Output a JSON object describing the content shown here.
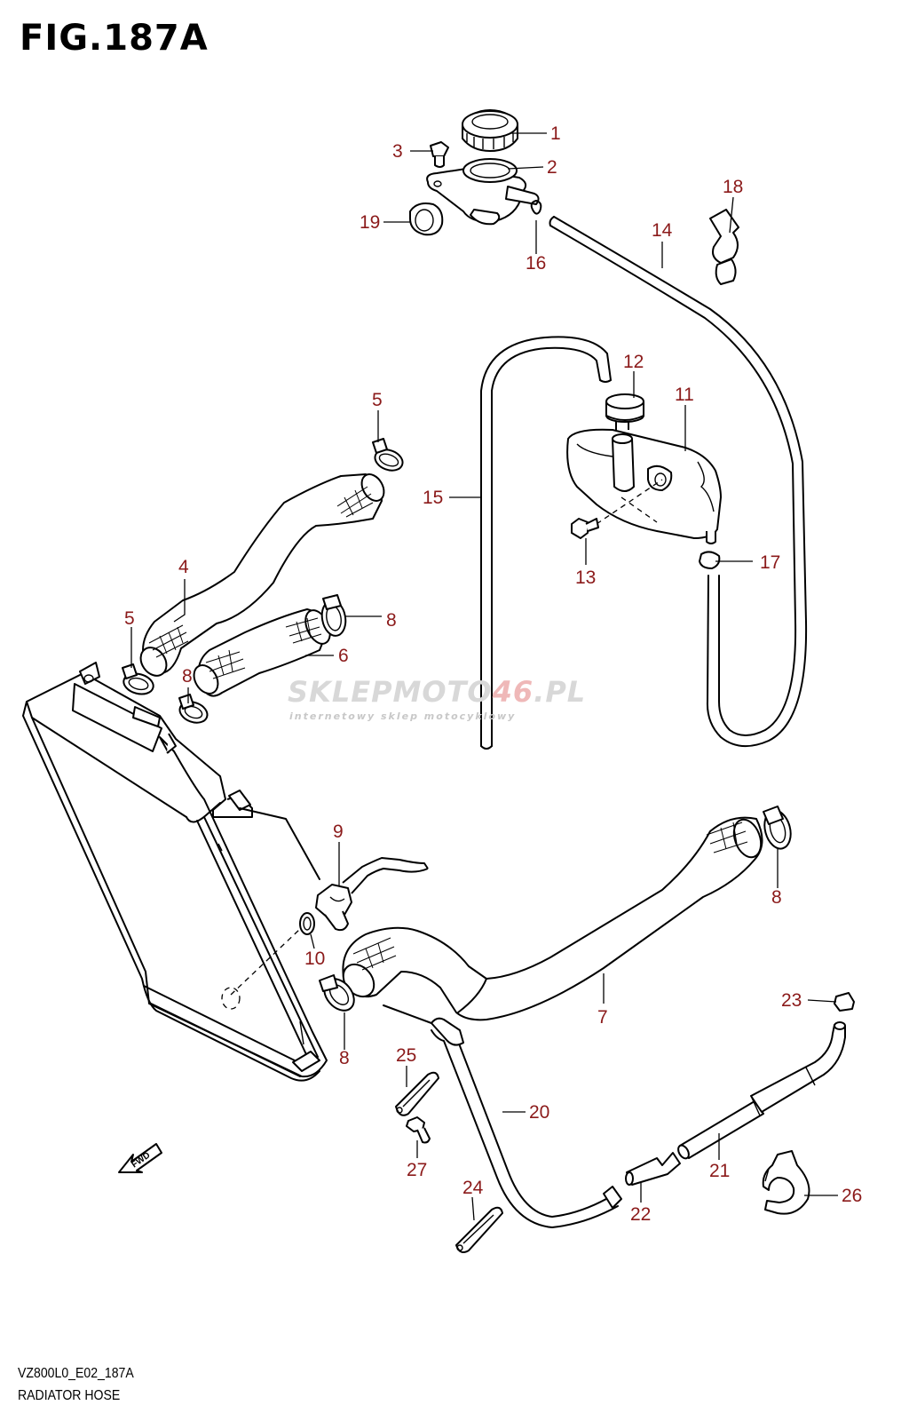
{
  "figure": {
    "title": "FIG.187A",
    "model_code": "VZ800L0_E02_187A",
    "name": "RADIATOR HOSE"
  },
  "watermark": {
    "brand_a": "SKLEP",
    "brand_b": "MOTO",
    "brand_c": "46",
    "brand_d": ".PL",
    "tagline": "internetowy sklep motocyklowy"
  },
  "fwd_label": "FWD",
  "callouts": [
    {
      "id": "c1",
      "label": "1"
    },
    {
      "id": "c2",
      "label": "2"
    },
    {
      "id": "c3",
      "label": "3"
    },
    {
      "id": "c4",
      "label": "4"
    },
    {
      "id": "c5a",
      "label": "5"
    },
    {
      "id": "c5b",
      "label": "5"
    },
    {
      "id": "c6",
      "label": "6"
    },
    {
      "id": "c7",
      "label": "7"
    },
    {
      "id": "c8a",
      "label": "8"
    },
    {
      "id": "c8b",
      "label": "8"
    },
    {
      "id": "c8c",
      "label": "8"
    },
    {
      "id": "c8d",
      "label": "8"
    },
    {
      "id": "c9",
      "label": "9"
    },
    {
      "id": "c10",
      "label": "10"
    },
    {
      "id": "c11",
      "label": "11"
    },
    {
      "id": "c12",
      "label": "12"
    },
    {
      "id": "c13",
      "label": "13"
    },
    {
      "id": "c14",
      "label": "14"
    },
    {
      "id": "c15",
      "label": "15"
    },
    {
      "id": "c16",
      "label": "16"
    },
    {
      "id": "c17",
      "label": "17"
    },
    {
      "id": "c18",
      "label": "18"
    },
    {
      "id": "c19",
      "label": "19"
    },
    {
      "id": "c20",
      "label": "20"
    },
    {
      "id": "c21",
      "label": "21"
    },
    {
      "id": "c22",
      "label": "22"
    },
    {
      "id": "c23",
      "label": "23"
    },
    {
      "id": "c24",
      "label": "24"
    },
    {
      "id": "c25",
      "label": "25"
    },
    {
      "id": "c26",
      "label": "26"
    },
    {
      "id": "c27",
      "label": "27"
    }
  ],
  "colors": {
    "callout": "#8b1a1a",
    "line": "#000000",
    "watermark_gray": "#d8d8d8",
    "watermark_red": "#efb8b8"
  }
}
